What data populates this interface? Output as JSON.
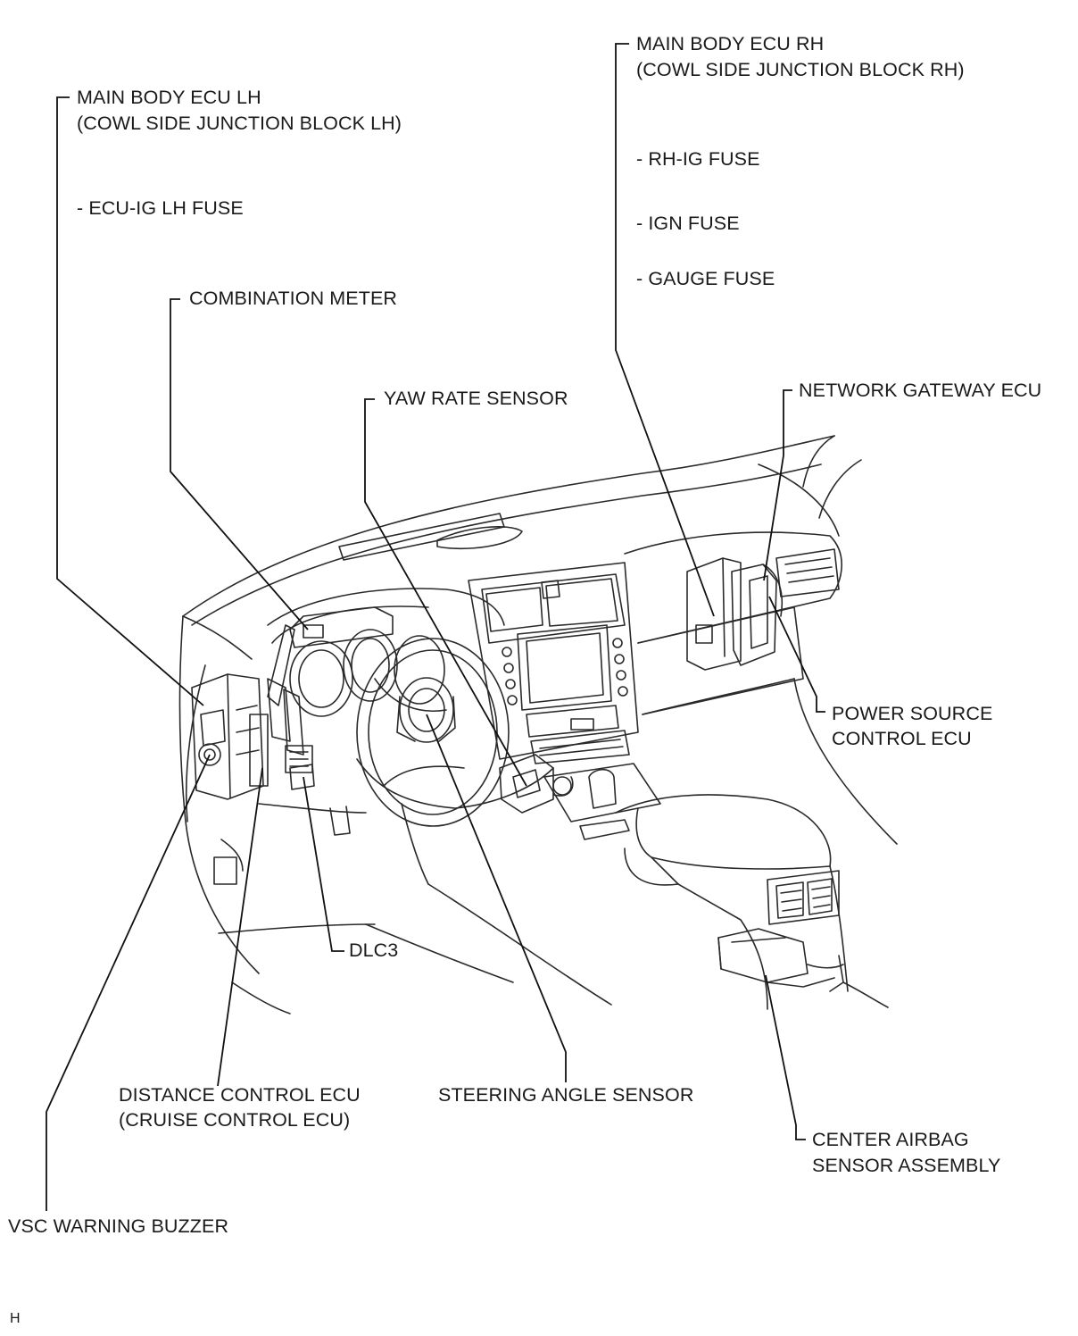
{
  "labels": {
    "main_body_ecu_lh": "MAIN BODY ECU LH",
    "cowl_side_jb_lh": "(COWL SIDE JUNCTION BLOCK LH)",
    "ecu_ig_lh_fuse": "- ECU-IG LH FUSE",
    "combination_meter": "COMBINATION METER",
    "yaw_rate_sensor": "YAW RATE SENSOR",
    "main_body_ecu_rh": "MAIN BODY ECU RH",
    "cowl_side_jb_rh": "(COWL SIDE JUNCTION BLOCK RH)",
    "rh_ig_fuse": "- RH-IG FUSE",
    "ign_fuse": "- IGN FUSE",
    "gauge_fuse": "- GAUGE FUSE",
    "network_gateway_ecu": "NETWORK GATEWAY ECU",
    "power_source_control_ecu_1": "POWER SOURCE",
    "power_source_control_ecu_2": "CONTROL ECU",
    "dlc3": "DLC3",
    "distance_control_ecu": "DISTANCE CONTROL ECU",
    "cruise_control_ecu": "(CRUISE CONTROL ECU)",
    "steering_angle_sensor": "STEERING ANGLE SENSOR",
    "center_airbag_1": "CENTER AIRBAG",
    "center_airbag_2": "SENSOR ASSEMBLY",
    "vsc_warning_buzzer": "VSC WARNING BUZZER",
    "corner_mark": "H"
  }
}
